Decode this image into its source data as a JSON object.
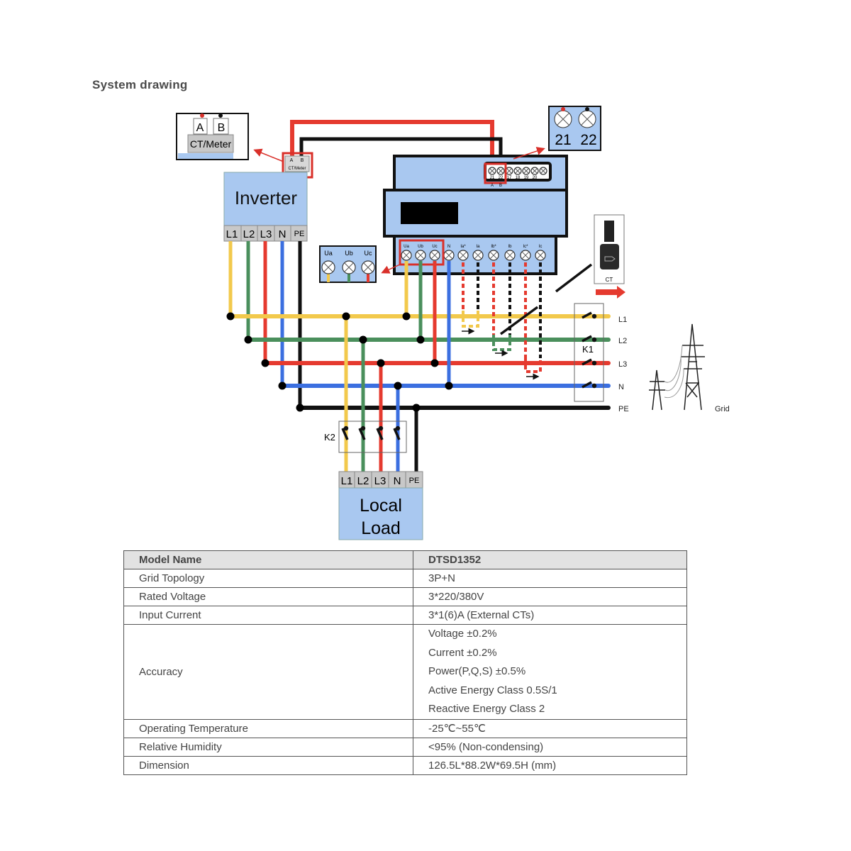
{
  "title": "System drawing",
  "diagram": {
    "inverter": {
      "label": "Inverter",
      "terminals": [
        "L1",
        "L2",
        "L3",
        "N",
        "PE"
      ]
    },
    "ct_meter_port": {
      "label": "CT/Meter",
      "pins": [
        "A",
        "B"
      ]
    },
    "meter_rs485_inset": [
      "21",
      "22"
    ],
    "meter_top_terminals": [
      "21",
      "22",
      "17",
      "18",
      "19",
      "20"
    ],
    "meter_top_ab": [
      "A",
      "B"
    ],
    "meter_bottom_terminals": [
      "Ua",
      "Ub",
      "Uc",
      "N",
      "Ia*",
      "Ia",
      "Ib*",
      "Ib",
      "Ic*",
      "Ic"
    ],
    "voltage_inset": [
      "Ua",
      "Ub",
      "Uc"
    ],
    "ct_label": "CT",
    "k1_label": "K1",
    "k2_label": "K2",
    "bus_labels": [
      "L1",
      "L2",
      "L3",
      "N",
      "PE"
    ],
    "grid_label": "Grid",
    "local_load": {
      "label_line1": "Local",
      "label_line2": "Load",
      "terminals": [
        "L1",
        "L2",
        "L3",
        "N",
        "PE"
      ]
    },
    "colors": {
      "L1": "#f2c94c",
      "L2": "#4a8f5c",
      "L3": "#e53a2f",
      "N": "#3b6fe0",
      "PE": "#111111",
      "device": "#a9c8f0",
      "highlight": "#d9302a"
    }
  },
  "spec_table": {
    "header": {
      "key": "Model Name",
      "value": "DTSD1352"
    },
    "rows": [
      {
        "key": "Grid Topology",
        "value": "3P+N"
      },
      {
        "key": "Rated Voltage",
        "value": "3*220/380V"
      },
      {
        "key": "Input Current",
        "value": "3*1(6)A (External CTs)"
      }
    ],
    "accuracy": {
      "key": "Accuracy",
      "values": [
        "Voltage ±0.2%",
        "Current ±0.2%",
        "Power(P,Q,S) ±0.5%",
        "Active Energy Class 0.5S/1",
        "Reactive Energy Class 2"
      ]
    },
    "rows2": [
      {
        "key": "Operating Temperature",
        "value": "-25℃~55℃"
      },
      {
        "key": "Relative Humidity",
        "value": "<95% (Non-condensing)"
      },
      {
        "key": "Dimension",
        "value": "126.5L*88.2W*69.5H (mm)"
      }
    ]
  }
}
